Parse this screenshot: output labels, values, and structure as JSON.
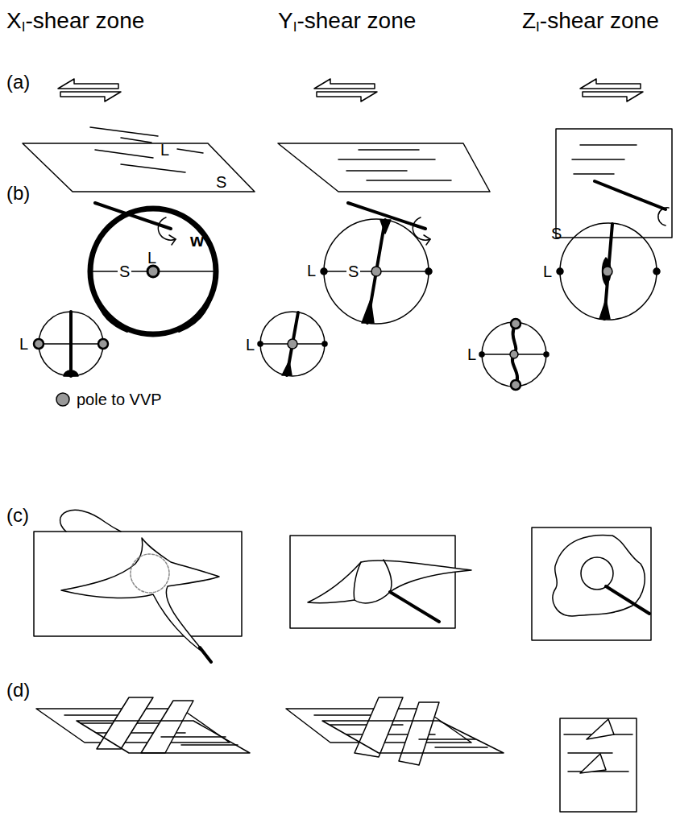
{
  "diagram": {
    "labels": [
      "X",
      "I",
      "-shear zone",
      "Y",
      "I",
      "-shear zone",
      "Z",
      "I",
      "-shear zone",
      "(a)",
      "L",
      "S",
      "w",
      "(b)",
      "S",
      "L",
      "L",
      "L",
      "S",
      "L",
      "S",
      "L",
      "L",
      "(c)",
      "(d)"
    ],
    "legend": [
      {
        "text": "pole to VVP"
      }
    ]
  }
}
